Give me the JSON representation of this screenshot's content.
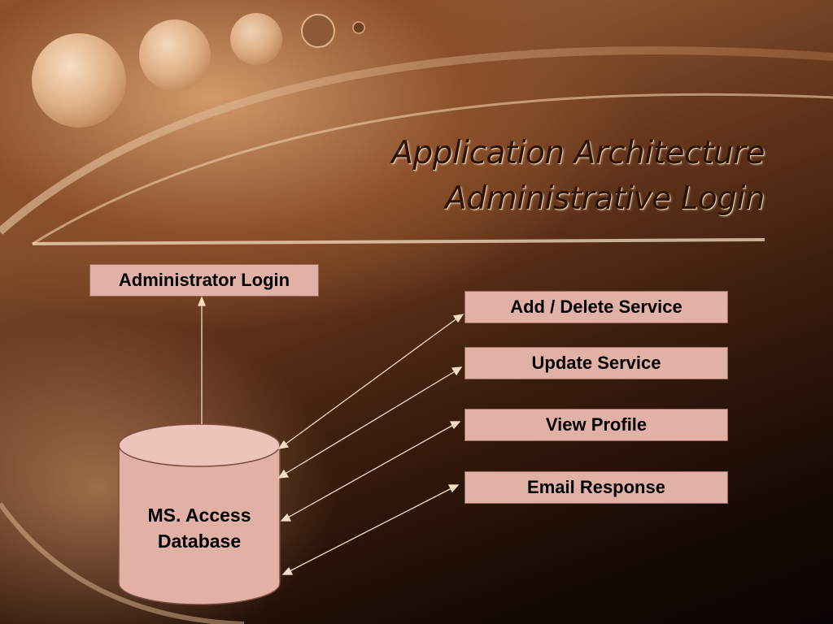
{
  "slide": {
    "title_line1": "Application Architecture",
    "title_line2": "Administrative Login"
  },
  "diagram": {
    "top_node": "Administrator Login",
    "database": {
      "line1": "MS. Access",
      "line2": "Database"
    },
    "services": [
      "Add / Delete Service",
      "Update Service",
      "View Profile",
      "Email Response"
    ]
  },
  "colors": {
    "box_fill": "#e2b1a6",
    "arrow": "#f4ddc4",
    "background_dark": "#160904",
    "background_light": "#c48b5c"
  }
}
